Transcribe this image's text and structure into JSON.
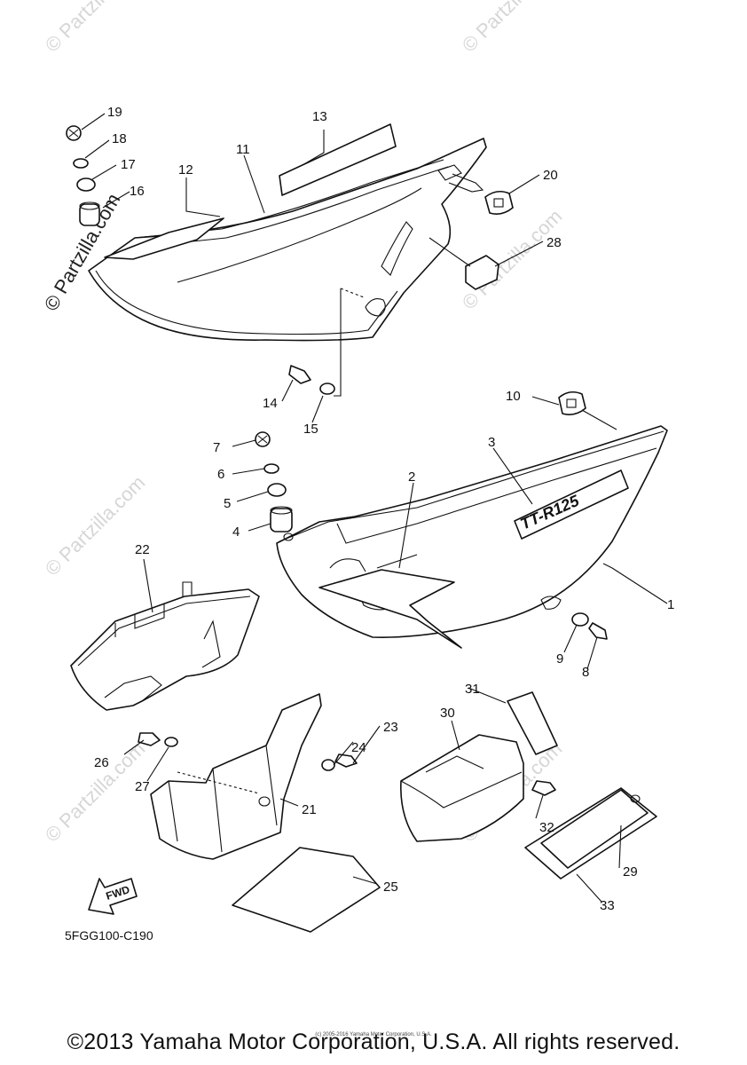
{
  "diagram": {
    "code": "5FGG100-C190",
    "fwd_label": "FWD",
    "copyright": "©2013 Yamaha Motor Corporation, U.S.A. All rights reserved.",
    "tiny_copyright": "(c) 2005-2016 Yamaha Motor Corporation, U.S.A.",
    "badge_text": "TT-R125",
    "watermark": "© Partzilla.com",
    "callouts": [
      "1",
      "2",
      "3",
      "4",
      "5",
      "6",
      "7",
      "8",
      "9",
      "10",
      "11",
      "12",
      "13",
      "14",
      "15",
      "16",
      "17",
      "18",
      "19",
      "20",
      "21",
      "22",
      "23",
      "24",
      "25",
      "26",
      "27",
      "28",
      "29",
      "30",
      "31",
      "32",
      "33"
    ]
  }
}
